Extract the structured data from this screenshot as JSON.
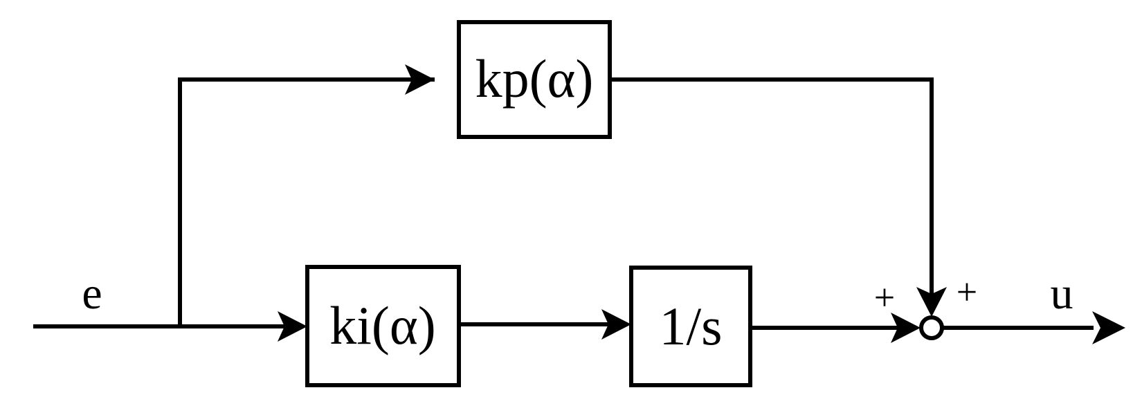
{
  "diagram": {
    "blocks": {
      "kp": "kp(α)",
      "ki": "ki(α)",
      "integrator": "1/s"
    },
    "signals": {
      "input": "e",
      "output": "u"
    },
    "summing_signs": {
      "left": "+",
      "top": "+"
    }
  }
}
